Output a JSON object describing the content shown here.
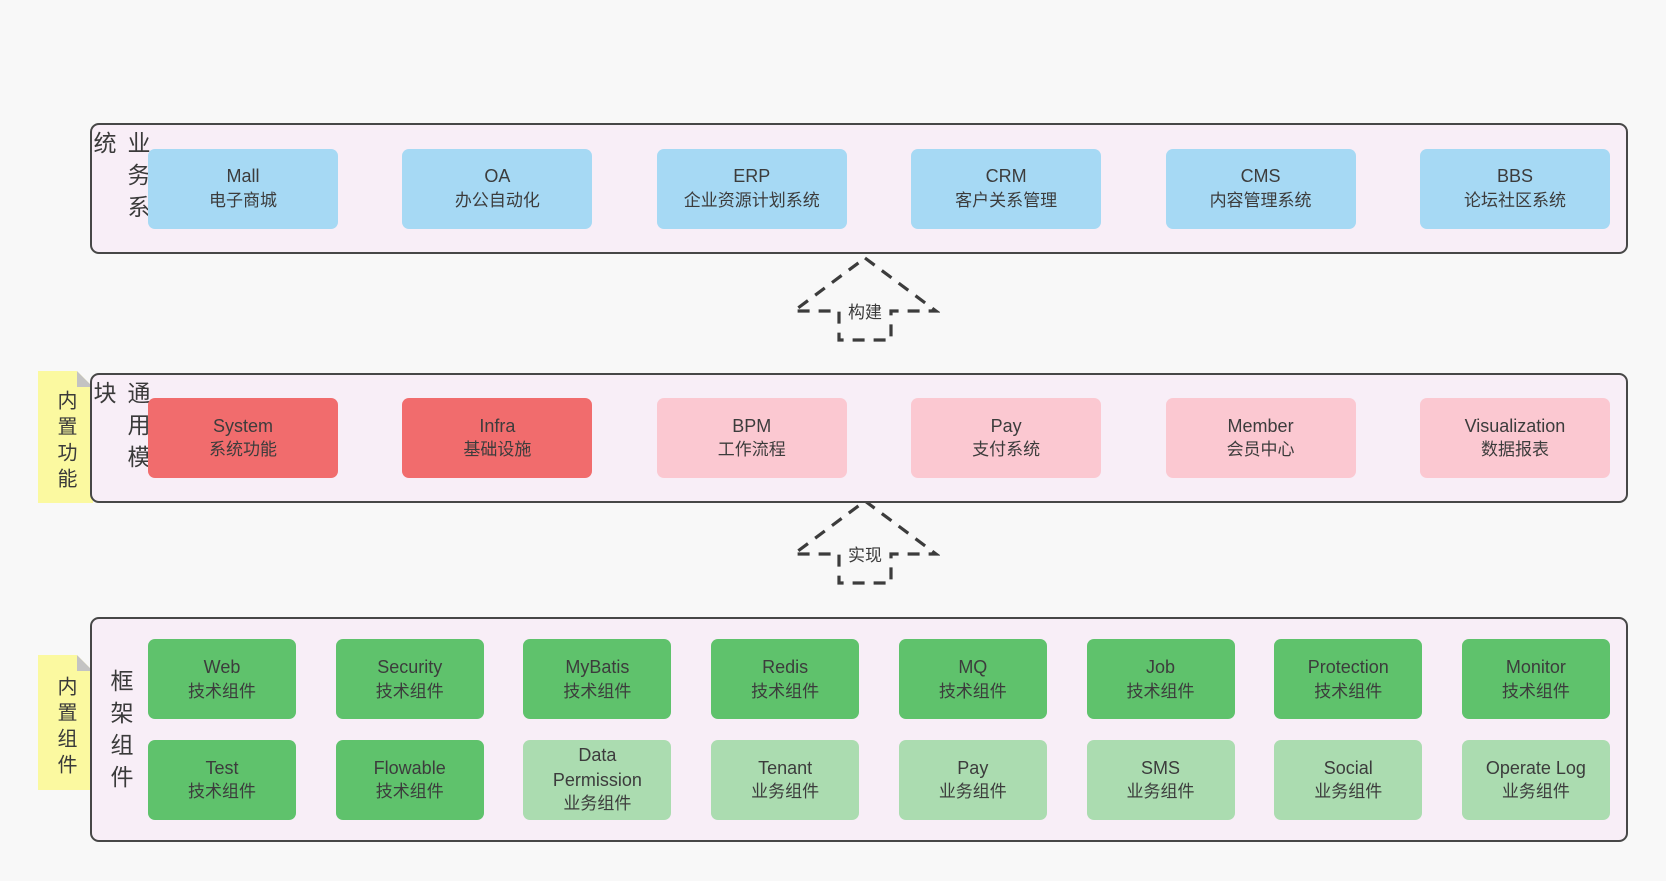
{
  "colors": {
    "blue": "#a6d9f4",
    "red": "#f16c6d",
    "pink": "#fbc8d1",
    "green": "#5fc26c",
    "lightgreen": "#abdcb0",
    "container": "#f8eef7",
    "note": "#fbf9a0",
    "background": "#f8f8f8",
    "border": "#474747"
  },
  "sections": [
    {
      "label": "业务系统",
      "rows": [
        [
          {
            "name": "Mall",
            "desc": "电子商城",
            "color": "blue"
          },
          {
            "name": "OA",
            "desc": "办公自动化",
            "color": "blue"
          },
          {
            "name": "ERP",
            "desc": "企业资源计划系统",
            "color": "blue"
          },
          {
            "name": "CRM",
            "desc": "客户关系管理",
            "color": "blue"
          },
          {
            "name": "CMS",
            "desc": "内容管理系统",
            "color": "blue"
          },
          {
            "name": "BBS",
            "desc": "论坛社区系统",
            "color": "blue"
          }
        ]
      ]
    },
    {
      "label": "通用模块",
      "note": "内置功能",
      "rows": [
        [
          {
            "name": "System",
            "desc": "系统功能",
            "color": "red"
          },
          {
            "name": "Infra",
            "desc": "基础设施",
            "color": "red"
          },
          {
            "name": "BPM",
            "desc": "工作流程",
            "color": "pink"
          },
          {
            "name": "Pay",
            "desc": "支付系统",
            "color": "pink"
          },
          {
            "name": "Member",
            "desc": "会员中心",
            "color": "pink"
          },
          {
            "name": "Visualization",
            "desc": "数据报表",
            "color": "pink"
          }
        ]
      ]
    },
    {
      "label": "框架组件",
      "note": "内置组件",
      "rows": [
        [
          {
            "name": "Web",
            "desc": "技术组件",
            "color": "green"
          },
          {
            "name": "Security",
            "desc": "技术组件",
            "color": "green"
          },
          {
            "name": "MyBatis",
            "desc": "技术组件",
            "color": "green"
          },
          {
            "name": "Redis",
            "desc": "技术组件",
            "color": "green"
          },
          {
            "name": "MQ",
            "desc": "技术组件",
            "color": "green"
          },
          {
            "name": "Job",
            "desc": "技术组件",
            "color": "green"
          },
          {
            "name": "Protection",
            "desc": "技术组件",
            "color": "green"
          },
          {
            "name": "Monitor",
            "desc": "技术组件",
            "color": "green"
          }
        ],
        [
          {
            "name": "Test",
            "desc": "技术组件",
            "color": "green"
          },
          {
            "name": "Flowable",
            "desc": "技术组件",
            "color": "green"
          },
          {
            "name": "Data Permission",
            "desc": "业务组件",
            "color": "lightgreen"
          },
          {
            "name": "Tenant",
            "desc": "业务组件",
            "color": "lightgreen"
          },
          {
            "name": "Pay",
            "desc": "业务组件",
            "color": "lightgreen"
          },
          {
            "name": "SMS",
            "desc": "业务组件",
            "color": "lightgreen"
          },
          {
            "name": "Social",
            "desc": "业务组件",
            "color": "lightgreen"
          },
          {
            "name": "Operate Log",
            "desc": "业务组件",
            "color": "lightgreen"
          }
        ]
      ]
    }
  ],
  "arrows": [
    {
      "label": "构建"
    },
    {
      "label": "实现"
    }
  ]
}
